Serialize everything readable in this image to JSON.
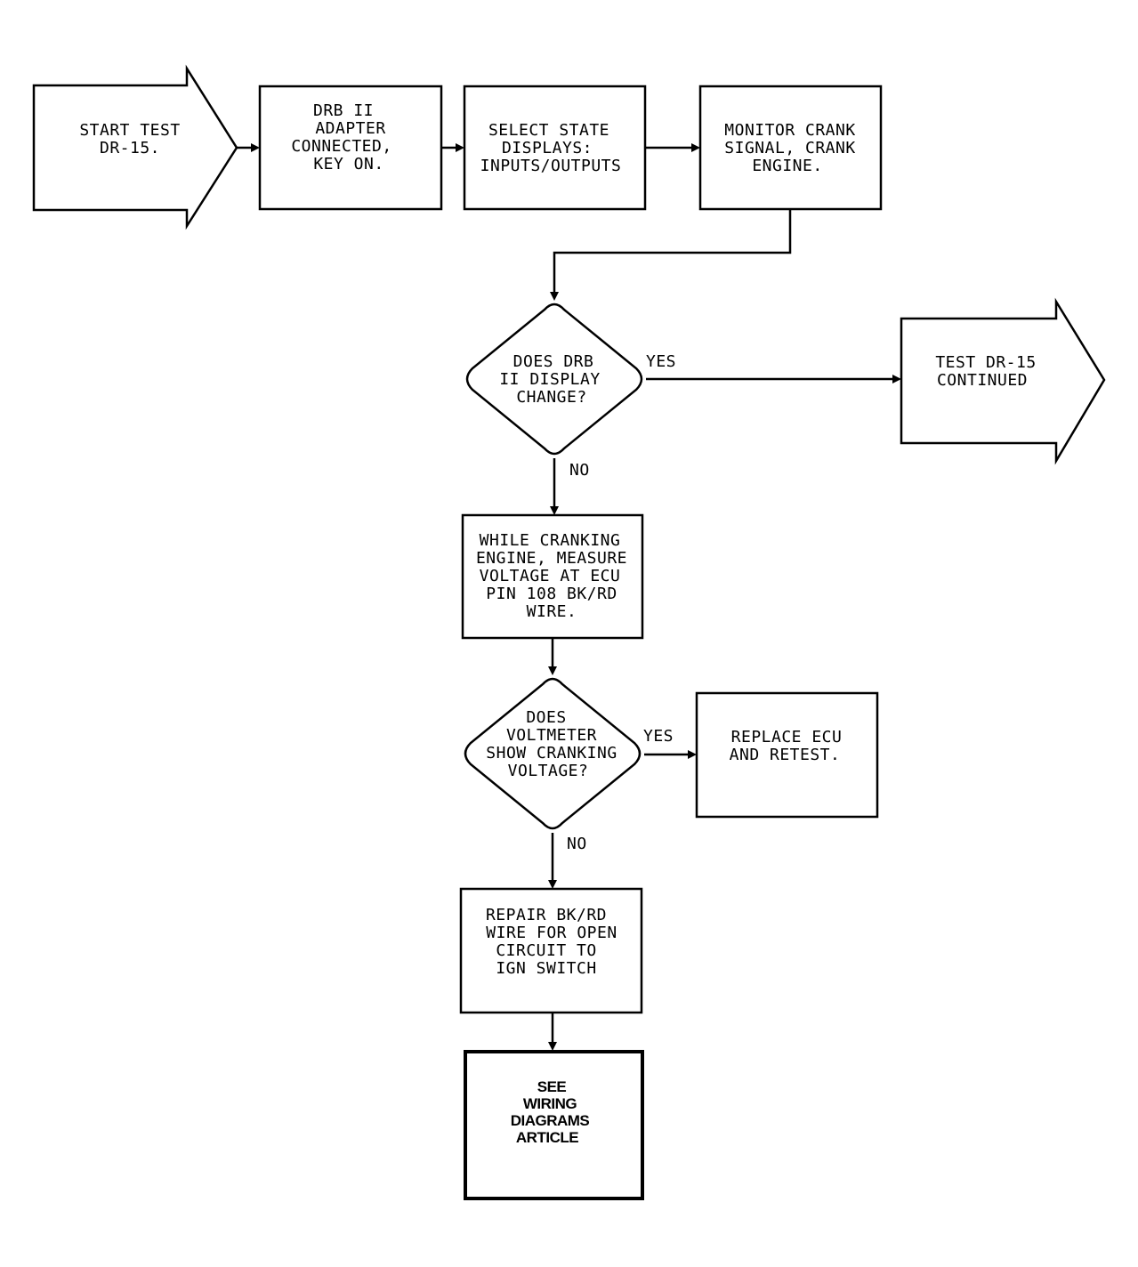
{
  "diagram": {
    "start": {
      "lines": [
        "START TEST",
        "DR-15."
      ]
    },
    "step_adapter": {
      "lines": [
        "DRB II",
        "ADAPTER",
        "CONNECTED,",
        "KEY ON."
      ]
    },
    "step_select": {
      "lines": [
        "SELECT STATE",
        "DISPLAYS:",
        "INPUTS/OUTPUTS"
      ]
    },
    "step_monitor": {
      "lines": [
        "MONITOR CRANK",
        "SIGNAL, CRANK",
        "ENGINE."
      ]
    },
    "decision_display": {
      "lines": [
        "DOES DRB",
        "II DISPLAY",
        "CHANGE?"
      ],
      "yes_label": "YES",
      "no_label": "NO"
    },
    "continued": {
      "lines": [
        "TEST DR-15",
        "CONTINUED"
      ]
    },
    "step_measure": {
      "lines": [
        "WHILE CRANKING",
        "ENGINE, MEASURE",
        "VOLTAGE AT ECU",
        "PIN 108 BK/RD",
        "WIRE."
      ]
    },
    "decision_voltmeter": {
      "lines": [
        "DOES",
        "VOLTMETER",
        "SHOW CRANKING",
        "VOLTAGE?"
      ],
      "yes_label": "YES",
      "no_label": "NO"
    },
    "replace_ecu": {
      "lines": [
        "REPLACE ECU",
        "AND RETEST."
      ]
    },
    "repair_wire": {
      "lines": [
        "REPAIR BK/RD",
        "WIRE FOR OPEN",
        "CIRCUIT TO",
        "IGN SWITCH"
      ]
    },
    "see_article": {
      "lines": [
        "SEE",
        "WIRING",
        "DIAGRAMS",
        "ARTICLE"
      ]
    }
  }
}
